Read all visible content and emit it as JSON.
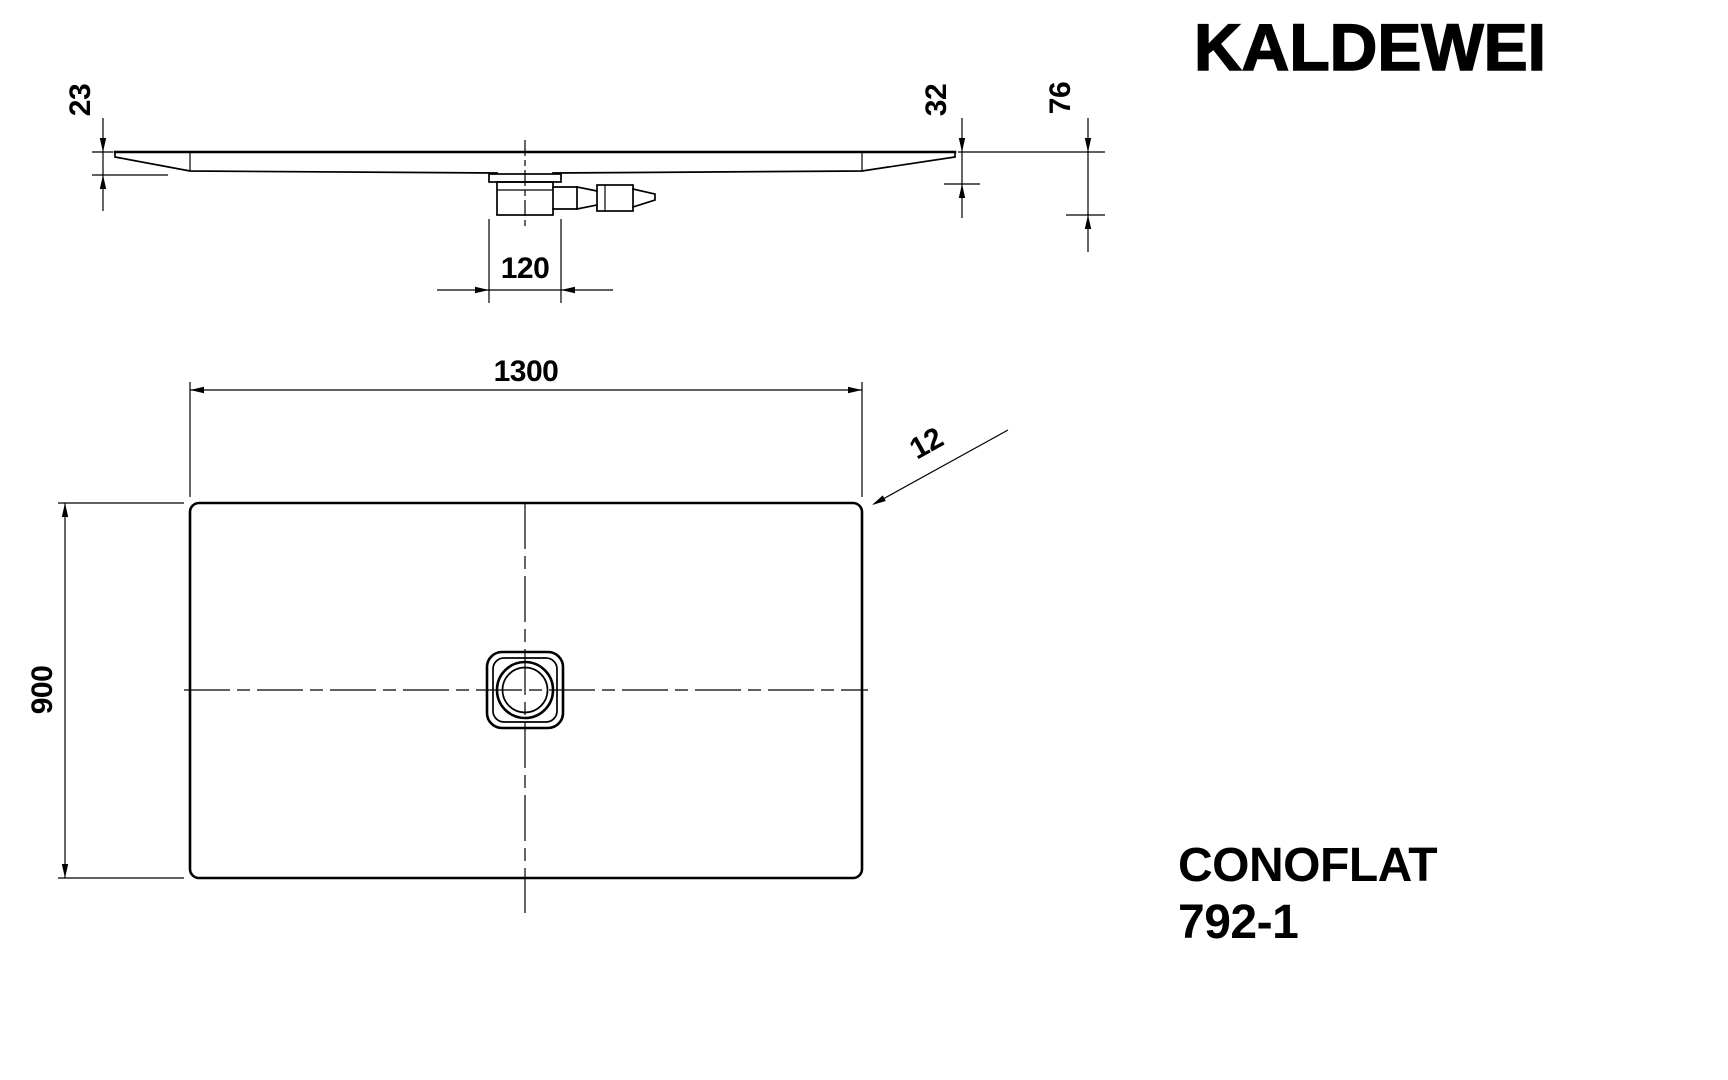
{
  "brand": {
    "logo": "KALDEWEI"
  },
  "product": {
    "name": "CONOFLAT",
    "model": "792-1"
  },
  "drawing": {
    "background": "#ffffff",
    "line_color": "#000000",
    "section_view": {
      "dims": {
        "rim_height": "23",
        "tray_height": "32",
        "total_height": "76",
        "drain_width": "120"
      }
    },
    "plan_view": {
      "dims": {
        "length": "1300",
        "width": "900",
        "corner_radius": "12"
      }
    }
  }
}
